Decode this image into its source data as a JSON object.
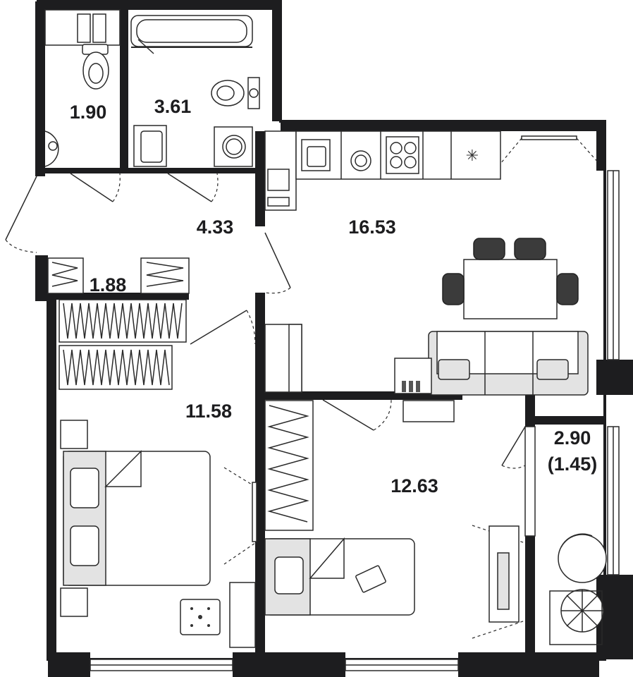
{
  "rooms": {
    "wc": "1.90",
    "bathroom": "3.61",
    "hallway": "4.33",
    "kitchen_living": "16.53",
    "closet": "1.88",
    "bedroom": "11.58",
    "room": "12.63",
    "balcony_area": "2.90",
    "balcony_reduced": "(1.45)"
  }
}
